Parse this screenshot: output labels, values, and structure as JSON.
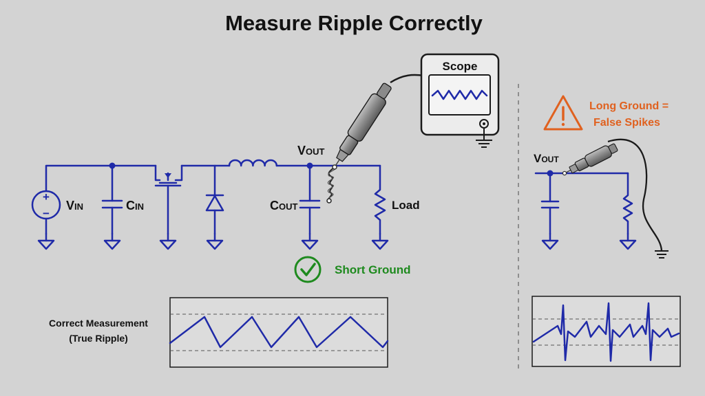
{
  "title": "Measure Ripple Correctly",
  "scope": {
    "label": "Scope"
  },
  "main_circuit": {
    "vin": {
      "base": "V",
      "sub": "IN"
    },
    "cin": {
      "base": "C",
      "sub": "IN"
    },
    "vout": {
      "base": "V",
      "sub": "OUT"
    },
    "cout": {
      "base": "C",
      "sub": "OUT"
    },
    "load": "Load",
    "vin_plus": "+",
    "vin_minus": "−"
  },
  "good_callout": {
    "text": "Short Ground",
    "icon": "check-circle-icon",
    "color": "#1e8a1e"
  },
  "bad_callout": {
    "line1": "Long Ground =",
    "line2": "False Spikes",
    "icon": "warning-triangle-icon",
    "color": "#e0611f"
  },
  "side_circuit": {
    "vout": {
      "base": "V",
      "sub": "OUT"
    }
  },
  "correct_caption": {
    "line1": "Correct Measurement",
    "line2": "(True Ripple)"
  },
  "colors": {
    "wire": "#1f2aa8",
    "panel": "#dcdcdc",
    "background": "#d3d3d3",
    "waveform": "#1f2aa8"
  }
}
